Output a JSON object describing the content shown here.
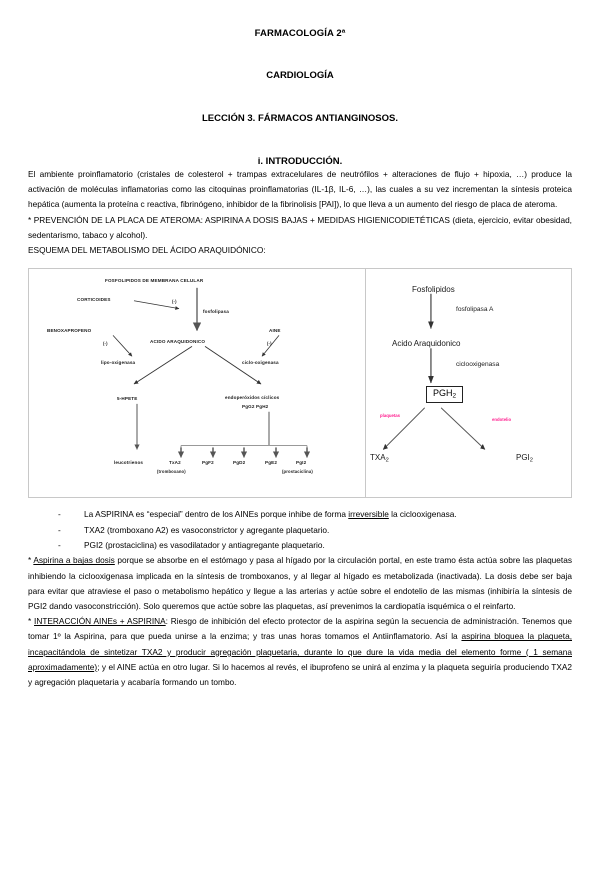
{
  "document": {
    "title": "FARMACOLOGÍA 2ª",
    "subtitle": "CARDIOLOGÍA",
    "lesson": "LECCIÓN 3. FÁRMACOS ANTIANGINOSOS.",
    "section": "i. INTRODUCCIÓN."
  },
  "paragraphs": {
    "intro": "El ambiente proinflamatorio (cristales de colesterol + trampas extracelulares de neutrófilos + alteraciones de flujo + hipoxia, …) produce la activación de moléculas inflamatorias como las citoquinas proinflamatorias (IL-1β, IL-6, …), las cuales a su vez incrementan la síntesis proteica hepática (aumenta la proteína c reactiva, fibrinógeno, inhibidor de la fibrinolisis [PAI]), lo que lleva a un aumento del riesgo de placa de ateroma.",
    "prevencion": "* PREVENCIÓN DE LA PLACA DE ATEROMA: ASPIRINA A DOSIS BAJAS + MEDIDAS HIGIENICODIETÉTICAS (dieta, ejercicio, evitar obesidad, sedentarismo, tabaco y alcohol).",
    "esquema_heading": "ESQUEMA DEL METABOLISMO DEL ÁCIDO ARAQUIDÓNICO:",
    "aspirina": {
      "marker": "*",
      "underlined_lead": "Aspirina a bajas dosis",
      "rest": " porque se absorbe en el estómago y pasa al hígado por la circulación portal, en este tramo ésta actúa sobre las plaquetas inhibiendo la ciclooxigenasa implicada en la síntesis de tromboxanos, y al llegar al hígado es metabolizada (inactivada). La dosis debe ser baja para evitar que atraviese el paso o metabolismo hepático y llegue a las arterias y actúe sobre el endotelio de las mismas (inhibiría la síntesis de PGI2 dando vasoconstricción). Solo queremos que actúe sobre las plaquetas, así prevenimos la cardiopatía isquémica o el reinfarto."
    },
    "interaccion": {
      "marker": "*",
      "underlined_lead": "INTERACCIÓN AINEs + ASPIRINA",
      "part1": ": Riesgo de inhibición del efecto protector de la aspirina según la secuencia de administración. Tenemos que tomar 1º la Aspirina, para que pueda unirse a la enzima; y tras unas horas tomamos el Antiinflamatorio. Así la ",
      "underlined_mid": "aspirina bloquea la plaqueta, incapacitándola de sintetizar TXA2 y producir agregación plaquetaria, durante lo que dure la vida media del elemento forme ( 1 semana aproximadamente)",
      "part2": "; y el AINE actúa en otro lugar. Si lo hacemos al revés, el ibuprofeno se unirá al enzima y la plaqueta seguiría produciendo TXA2 y agregación plaquetaria y acabaría formando un tombo."
    }
  },
  "bullets": [
    {
      "dash": "-",
      "pre": "La ASPIRINA es “especial” dentro de los AINEs porque inhibe de forma ",
      "underlined": "irreversible",
      "post": " la ciclooxigenasa."
    },
    {
      "dash": "-",
      "pre": "TXA2 (tromboxano A2) es vasoconstrictor y agregante plaquetario.",
      "underlined": "",
      "post": ""
    },
    {
      "dash": "-",
      "pre": "PGI2 (prostaciclina) es vasodilatador y antiagregante plaquetario.",
      "underlined": "",
      "post": ""
    }
  ],
  "diagram": {
    "left_panel": {
      "top_node": "FOSFOLIPIDOS DE MEMBRANA CELULAR",
      "corticoides": "CORTICOIDES",
      "corticoides_sign": "(-)",
      "fosfolipasa": "fosfolipasa",
      "benoxaprofeno": "BENOXAPROFENO",
      "benoxaprofeno_sign": "(-)",
      "acido_araquidonico": "ACIDO ARAQUIDONICO",
      "aine": "AINE",
      "aine_sign": "(-)",
      "lipooxigenasa": "lipo-oxigenasa",
      "ciclooxigenasa": "ciclo-oxigenasa",
      "hpete": "5-HPETE",
      "endoperoxidos": "endoperóxidos cíclicos",
      "endoperoxidos_sub": "PgG2     PgH2",
      "leucotrienos": "leucotrienos",
      "products": [
        {
          "name": "TxA2",
          "note": "(tromboxano)"
        },
        {
          "name": "PgF2",
          "note": ""
        },
        {
          "name": "PgD2",
          "note": ""
        },
        {
          "name": "PgE2",
          "note": ""
        },
        {
          "name": "PgI2",
          "note": "(prostaciclina)"
        }
      ]
    },
    "right_panel": {
      "fosfolipidos": "Fosfolipidos",
      "fosfolipasa_a": "fosfolipasa A",
      "acido_araquidonico": "Acido Araquidonico",
      "ciclooxigenasa": "ciclooxigenasa",
      "pgh2": "PGH",
      "pgh2_sub": "2",
      "txa2": "TXA",
      "txa2_sub": "2",
      "pgi2": "PGI",
      "pgi2_sub": "2",
      "plaquetas_label": "plaquetas",
      "endotelio_label": "endotelio",
      "pink_color": "#ff1f8f"
    }
  }
}
